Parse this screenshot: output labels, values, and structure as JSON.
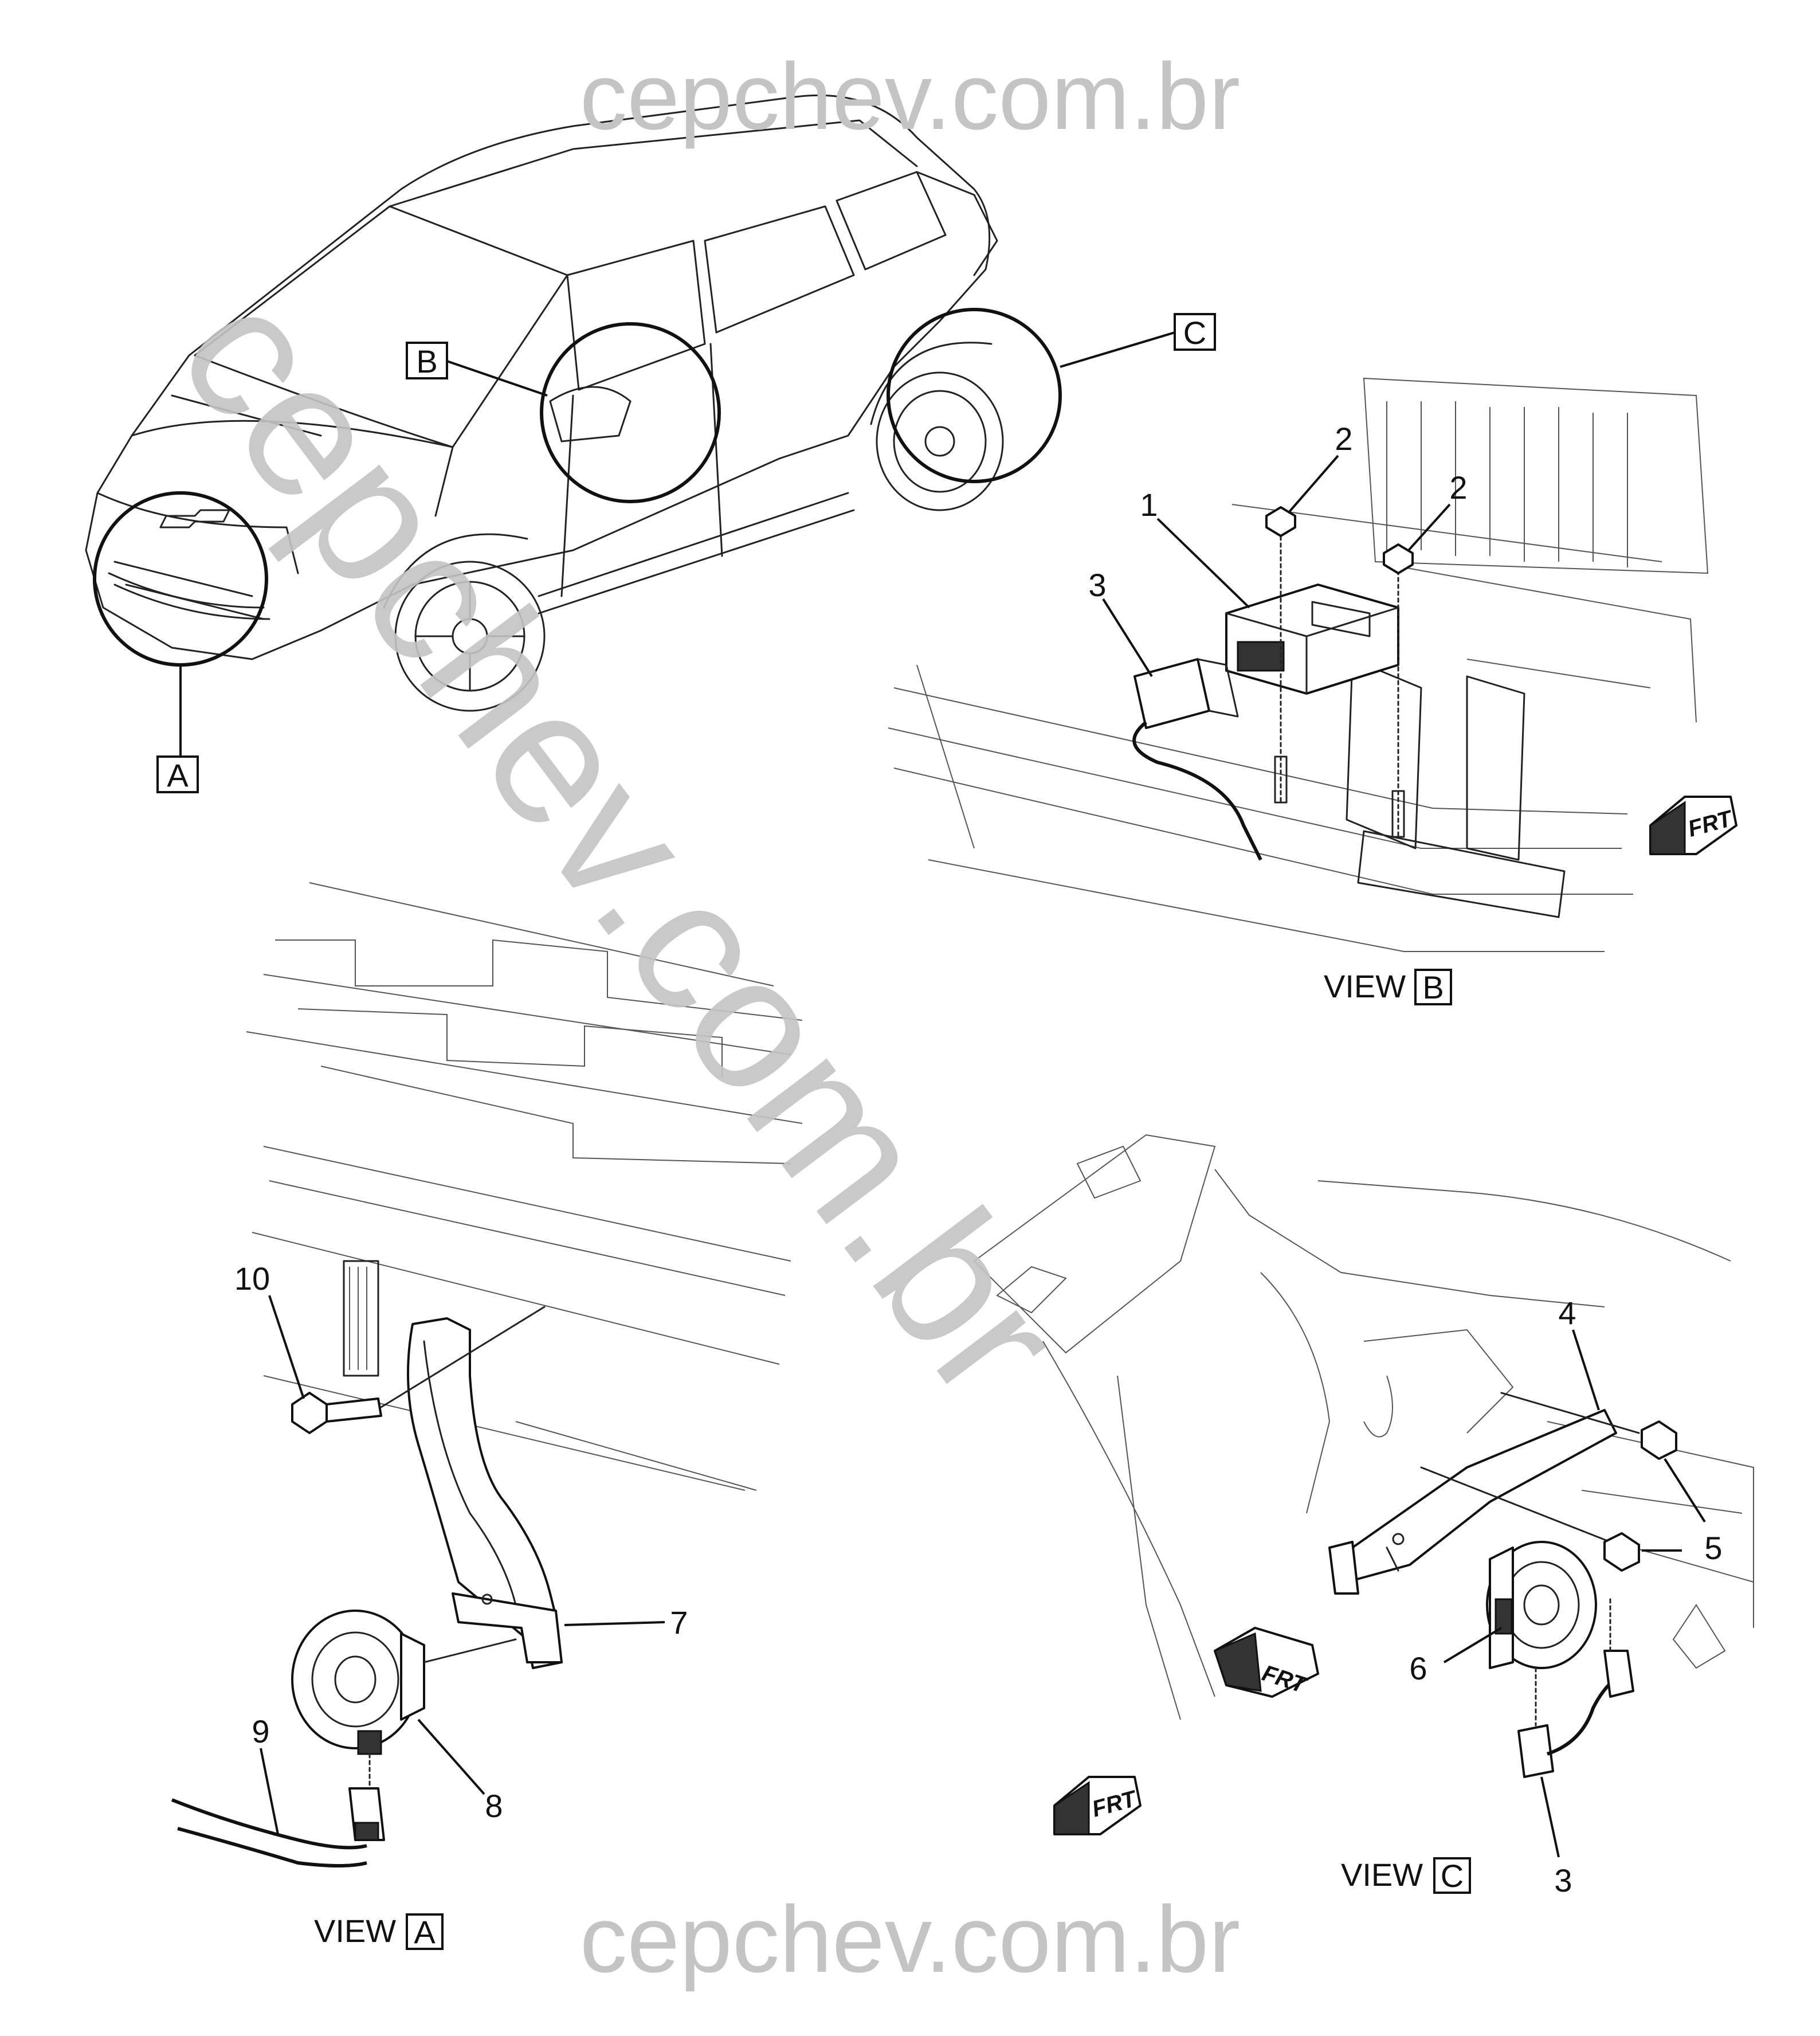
{
  "watermark": {
    "top": "cepchev.com.br",
    "bottom": "cepchev.com.br",
    "diagonal": "cepchev.com.br"
  },
  "callouts": {
    "A": "A",
    "B": "B",
    "C": "C"
  },
  "view_labels": {
    "view_a_prefix": "VIEW",
    "view_a_letter": "A",
    "view_b_prefix": "VIEW",
    "view_b_letter": "B",
    "view_c_prefix": "VIEW",
    "view_c_letter": "C"
  },
  "front_arrow_text": "FRT",
  "view_b_parts": {
    "p1": "1",
    "p2a": "2",
    "p2b": "2",
    "p3": "3"
  },
  "view_a_parts": {
    "p7": "7",
    "p8": "8",
    "p9": "9",
    "p10": "10"
  },
  "view_c_parts": {
    "p3": "3",
    "p4": "4",
    "p5": "5",
    "p6": "6"
  }
}
